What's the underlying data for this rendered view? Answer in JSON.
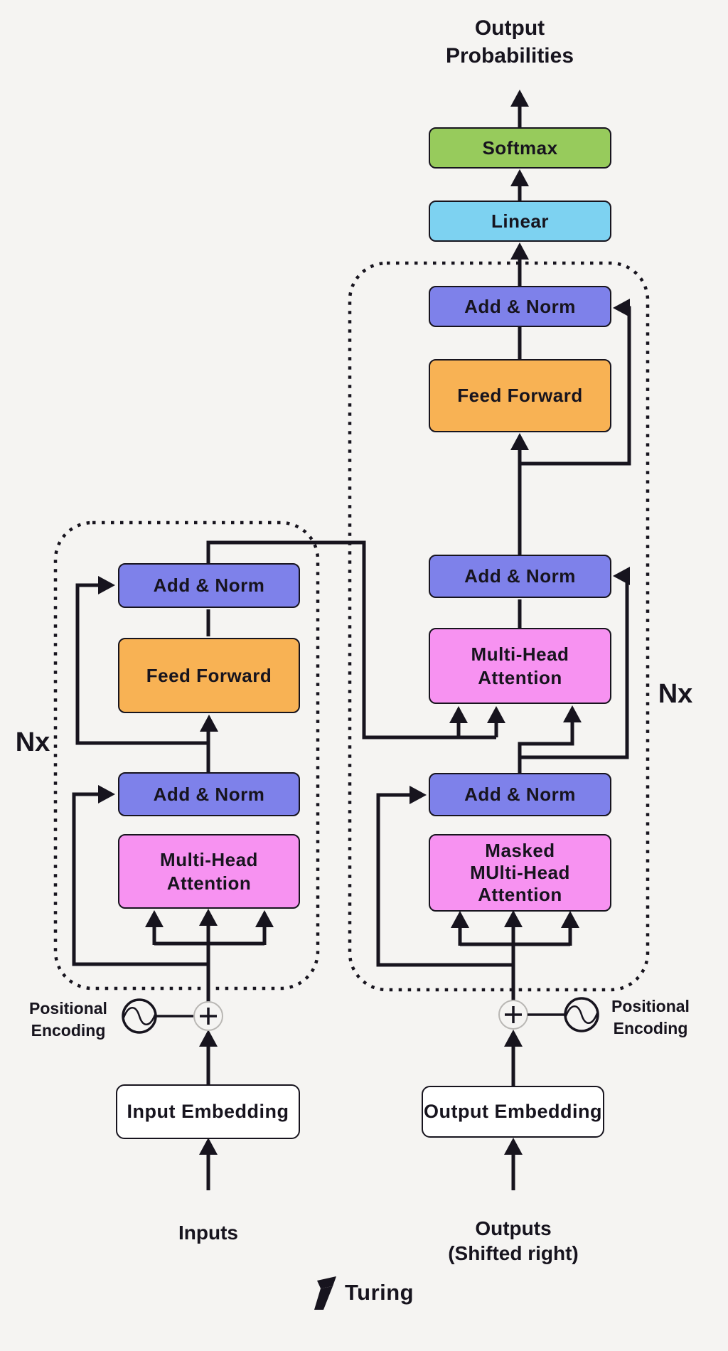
{
  "title": {
    "line1": "Output",
    "line2": "Probabilities"
  },
  "labels": {
    "softmax": "Softmax",
    "linear": "Linear",
    "add_norm": "Add & Norm",
    "feed_forward": "Feed Forward",
    "mha_line1": "Multi-Head",
    "mha_line2": "Attention",
    "masked_line1": "Masked",
    "masked_line2": "MUlti-Head",
    "masked_line3": "Attention",
    "input_embedding": "Input Embedding",
    "output_embedding": "Output Embedding",
    "inputs": "Inputs",
    "outputs_line1": "Outputs",
    "outputs_line2": "(Shifted right)",
    "positional_line1": "Positional",
    "positional_line2": "Encoding",
    "nx": "Nx",
    "brand": "Turing"
  },
  "icons": {
    "sine_circle": "sine-wave-icon",
    "plus_circle": "plus-icon",
    "arrow": "arrow-up-icon",
    "brand_mark": "turing-logo-icon"
  },
  "colors": {
    "background": "#F5F4F2",
    "line": "#17141E",
    "green": "#97CB5C",
    "cyan": "#7DD2F1",
    "indigo": "#7E81EA",
    "orange": "#F8B254",
    "pink": "#F792F1",
    "white": "#FFFFFF"
  }
}
